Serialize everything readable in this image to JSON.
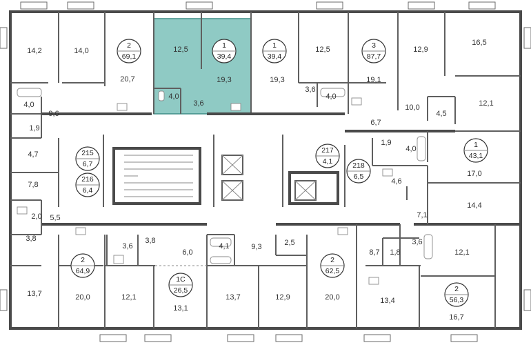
{
  "colors": {
    "wall": "#5f5f5f",
    "highlight_fill": "#8fcac4",
    "highlight_stroke": "#3e8d86",
    "background": "#ffffff",
    "core": "#4a4a4a"
  },
  "highlighted_unit": {
    "rooms": "1",
    "area": "39,4"
  },
  "units": [
    {
      "id": "u-69-1",
      "rooms": "2",
      "area": "69,1"
    },
    {
      "id": "u-39-4-a",
      "rooms": "1",
      "area": "39,4"
    },
    {
      "id": "u-39-4-b",
      "rooms": "1",
      "area": "39,4"
    },
    {
      "id": "u-87-7",
      "rooms": "3",
      "area": "87,7"
    },
    {
      "id": "u-43-1",
      "rooms": "1",
      "area": "43,1"
    },
    {
      "id": "u-64-9",
      "rooms": "2",
      "area": "64,9"
    },
    {
      "id": "u-26-5",
      "rooms": "1С",
      "area": "26,5"
    },
    {
      "id": "u-62-5",
      "rooms": "2",
      "area": "62,5"
    },
    {
      "id": "u-56-3",
      "rooms": "2",
      "area": "56,3"
    }
  ],
  "storage_rooms": [
    {
      "id": "s215",
      "number": "215",
      "area": "6,7"
    },
    {
      "id": "s216",
      "number": "216",
      "area": "6,4"
    },
    {
      "id": "s217",
      "number": "217",
      "area": "4,1"
    },
    {
      "id": "s218",
      "number": "218",
      "area": "6,5"
    }
  ],
  "rooms": [
    "14,2",
    "14,0",
    "20,7",
    "12,5",
    "19,3",
    "4,0",
    "3,6",
    "19,3",
    "3,6",
    "4,0",
    "12,5",
    "19,1",
    "12,9",
    "16,5",
    "10,0",
    "4,5",
    "12,1",
    "6,7",
    "4,0",
    "9,6",
    "1,9",
    "4,7",
    "7,8",
    "2,0",
    "5,5",
    "3,8",
    "1,9",
    "4,0",
    "17,0",
    "4,6",
    "14,4",
    "7,1",
    "3,6",
    "3,8",
    "6,0",
    "4,1",
    "9,3",
    "2,5",
    "8,7",
    "1,8",
    "3,6",
    "12,1",
    "13,7",
    "20,0",
    "12,1",
    "13,1",
    "13,7",
    "12,9",
    "20,0",
    "13,4",
    "16,7"
  ]
}
